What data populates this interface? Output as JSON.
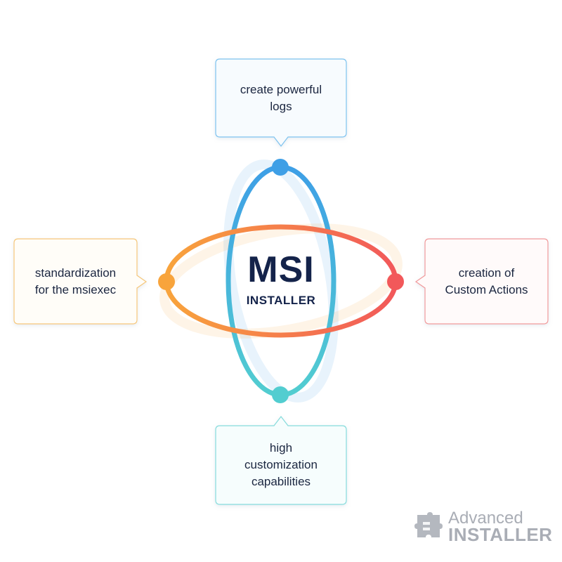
{
  "center": {
    "title": "MSI",
    "subtitle": "INSTALLER"
  },
  "callouts": {
    "top": "create powerful\nlogs",
    "left": "standardization\nfor the msiexec",
    "right": "creation of\nCustom Actions",
    "bottom": "high\ncustomization\ncapabilities"
  },
  "brand": {
    "line1": "Advanced",
    "line2": "INSTALLER"
  },
  "colors": {
    "blue": "#3e9fe6",
    "teal": "#52cdd0",
    "orange": "#f8a43c",
    "red": "#f2585a",
    "text": "#14234a",
    "logo_gray": "#a9adb5"
  },
  "icons": [
    "puzzle-logo-icon"
  ]
}
